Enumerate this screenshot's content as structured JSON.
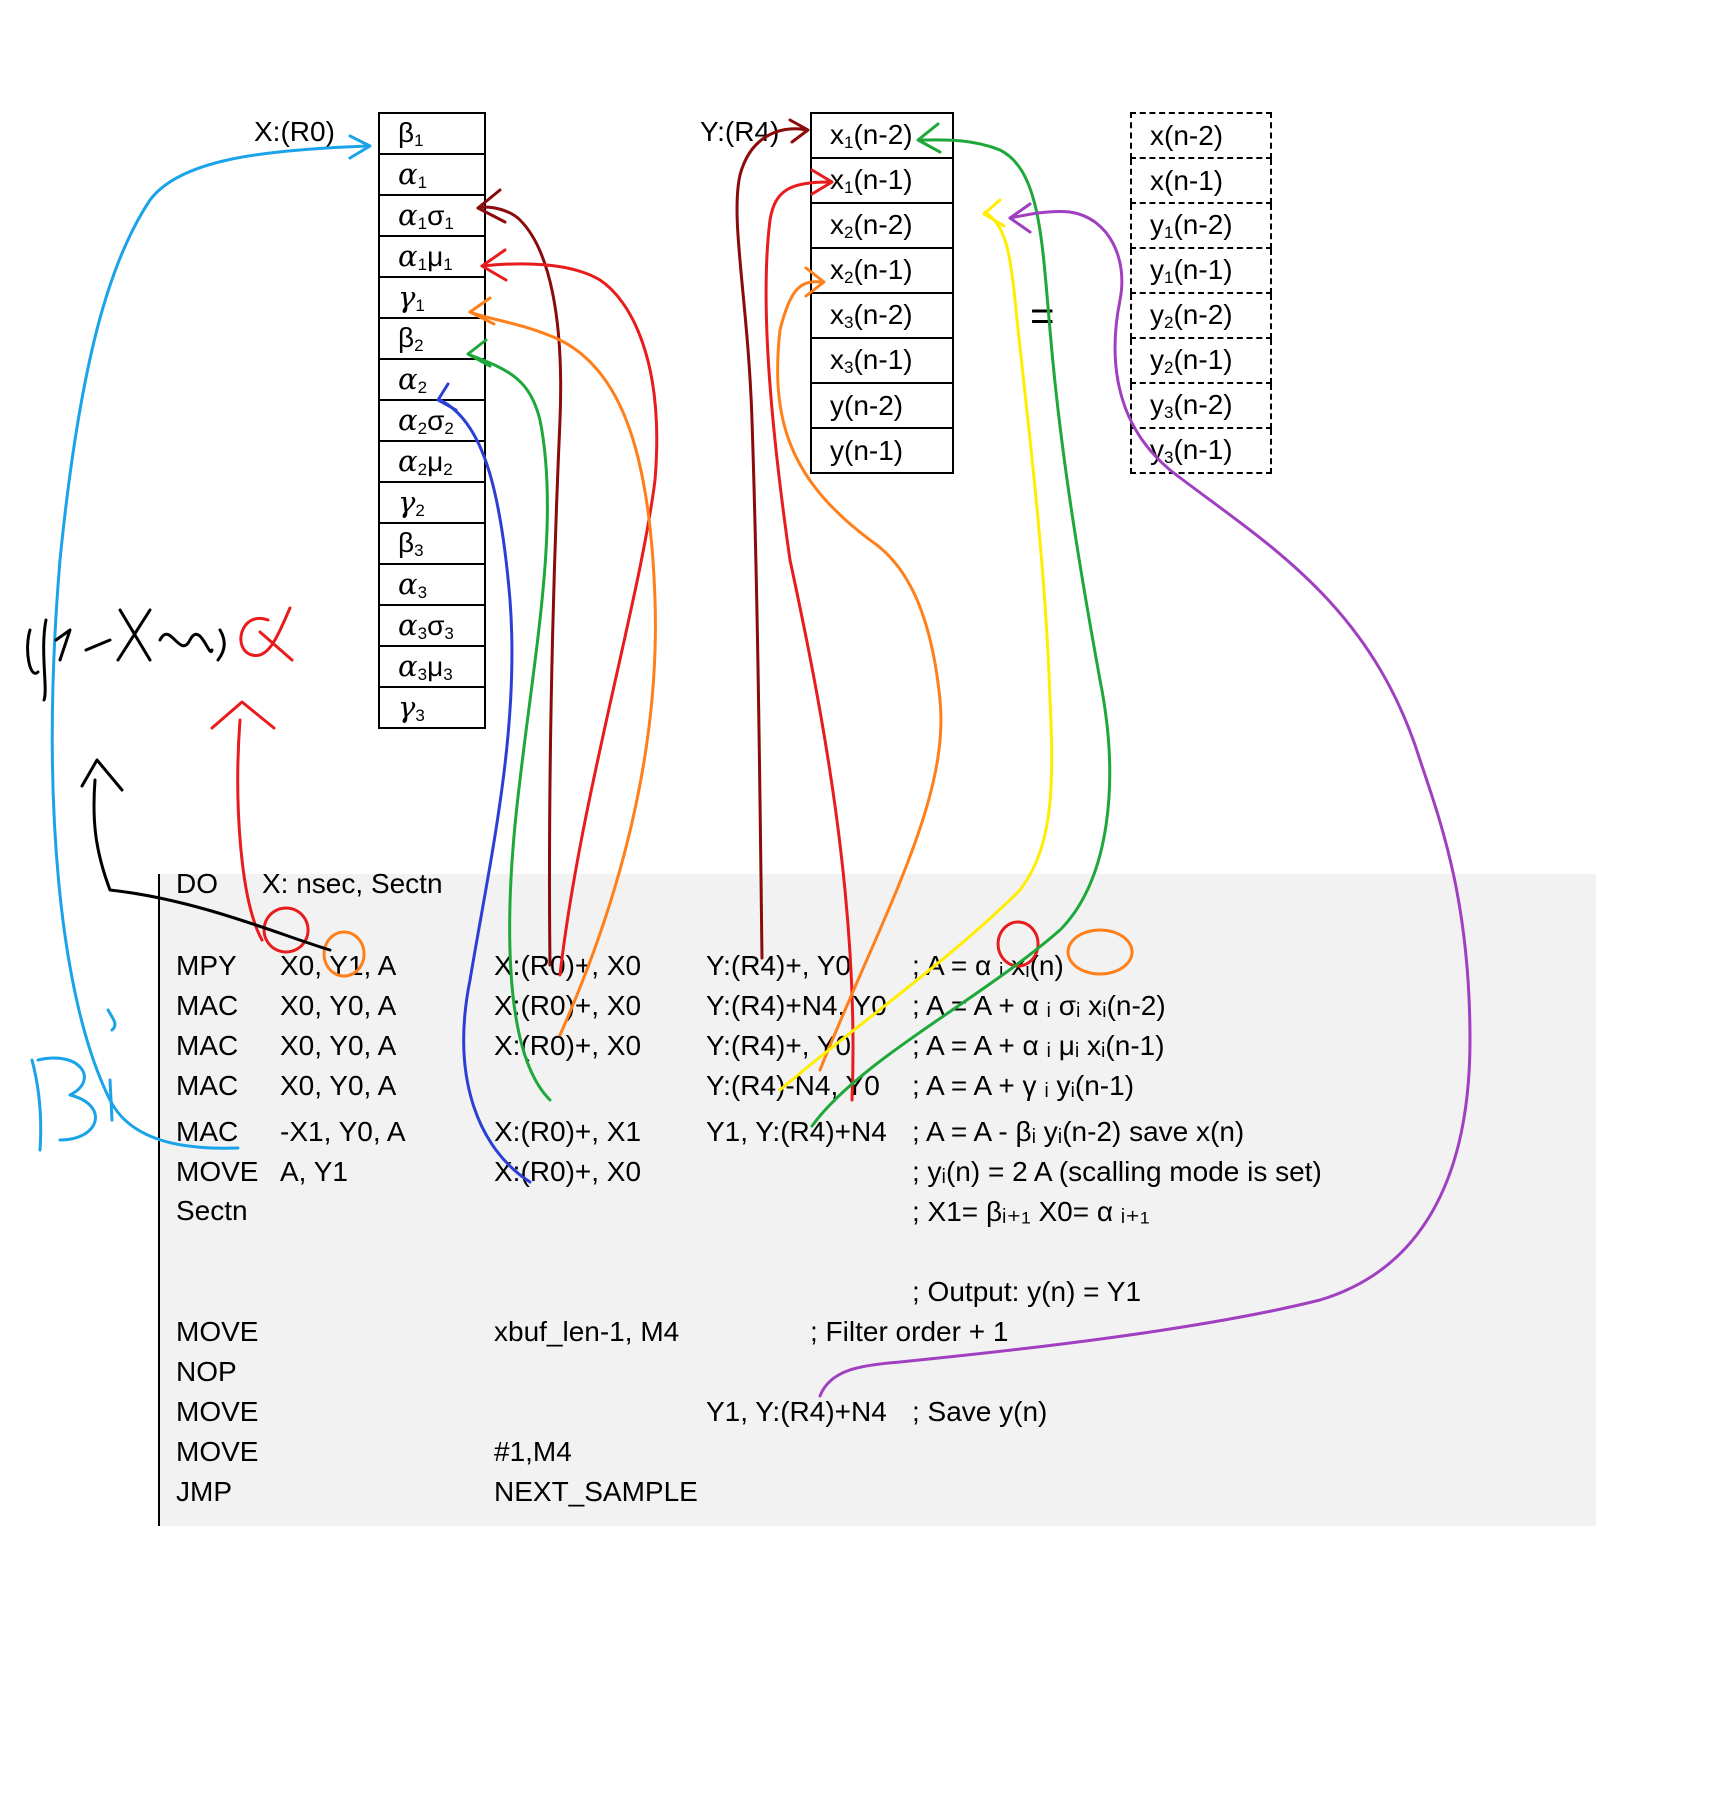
{
  "labels": {
    "x_pointer": "X:(R0)",
    "y_pointer": "Y:(R4)",
    "equals": "="
  },
  "x_memory": [
    {
      "g": "",
      "t": "β",
      "s": "1",
      "t2": "",
      "s2": ""
    },
    {
      "g": "α",
      "t": "",
      "s": "1",
      "t2": "",
      "s2": ""
    },
    {
      "g": "α",
      "t": "",
      "s": "1",
      "t2": "σ",
      "s2": "1"
    },
    {
      "g": "α",
      "t": "",
      "s": "1",
      "t2": "μ",
      "s2": "1"
    },
    {
      "g": "γ",
      "t": "",
      "s": "1",
      "t2": "",
      "s2": ""
    },
    {
      "g": "",
      "t": "β",
      "s": "2",
      "t2": "",
      "s2": ""
    },
    {
      "g": "α",
      "t": "",
      "s": "2",
      "t2": "",
      "s2": ""
    },
    {
      "g": "α",
      "t": "",
      "s": "2",
      "t2": "σ",
      "s2": "2"
    },
    {
      "g": "α",
      "t": "",
      "s": "2",
      "t2": "μ",
      "s2": "2"
    },
    {
      "g": "γ",
      "t": "",
      "s": "2",
      "t2": "",
      "s2": ""
    },
    {
      "g": "",
      "t": "β",
      "s": "3",
      "t2": "",
      "s2": ""
    },
    {
      "g": "α",
      "t": "",
      "s": "3",
      "t2": "",
      "s2": ""
    },
    {
      "g": "α",
      "t": "",
      "s": "3",
      "t2": "σ",
      "s2": "3"
    },
    {
      "g": "α",
      "t": "",
      "s": "3",
      "t2": "μ",
      "s2": "3"
    },
    {
      "g": "γ",
      "t": "",
      "s": "3",
      "t2": "",
      "s2": ""
    }
  ],
  "y_memory": [
    {
      "a": "x",
      "s": "1",
      "b": "(n-2)"
    },
    {
      "a": "x",
      "s": "1",
      "b": "(n-1)"
    },
    {
      "a": "x",
      "s": "2",
      "b": "(n-2)"
    },
    {
      "a": "x",
      "s": "2",
      "b": "(n-1)"
    },
    {
      "a": "x",
      "s": "3",
      "b": "(n-2)"
    },
    {
      "a": "x",
      "s": "3",
      "b": "(n-1)"
    },
    {
      "a": "y",
      "s": "",
      "b": "(n-2)"
    },
    {
      "a": "y",
      "s": "",
      "b": "(n-1)"
    }
  ],
  "eq_memory": [
    {
      "a": "x",
      "s": "",
      "b": "(n-2)"
    },
    {
      "a": "x",
      "s": "",
      "b": "(n-1)"
    },
    {
      "a": "y",
      "s": "1",
      "b": "(n-2)"
    },
    {
      "a": "y",
      "s": "1",
      "b": "(n-1)"
    },
    {
      "a": "y",
      "s": "2",
      "b": "(n-2)"
    },
    {
      "a": "y",
      "s": "2",
      "b": "(n-1)"
    },
    {
      "a": "y",
      "s": "3",
      "b": "(n-2)"
    },
    {
      "a": "y",
      "s": "3",
      "b": "(n-1)"
    }
  ],
  "code": {
    "do_op": "DO",
    "do_args": "X: nsec, Sectn",
    "rows": [
      {
        "op": "MPY",
        "args": "X0, Y1, A",
        "xmove": "X:(R0)+, X0",
        "ymove": "Y:(R4)+, Y0",
        "cmt": ";  A = α ᵢ xᵢ(n)"
      },
      {
        "op": "MAC",
        "args": "X0, Y0, A",
        "xmove": "X:(R0)+, X0",
        "ymove": "Y:(R4)+N4, Y0",
        "cmt": ";  A = A + α ᵢ σᵢ xᵢ(n-2)"
      },
      {
        "op": "MAC",
        "args": "X0, Y0, A",
        "xmove": "X:(R0)+, X0",
        "ymove": "Y:(R4)+, Y0",
        "cmt": ";  A = A + α ᵢ μᵢ xᵢ(n-1)"
      },
      {
        "op": "MAC",
        "args": "X0, Y0, A",
        "xmove": "",
        "ymove": "Y:(R4)-N4, Y0",
        "cmt": ";  A = A + γ ᵢ yᵢ(n-1)"
      },
      {
        "op": "MAC",
        "args": "-X1, Y0, A",
        "xmove": "X:(R0)+, X1",
        "ymove": "Y1, Y:(R4)+N4",
        "cmt": ";  A = A - βᵢ yᵢ(n-2)   save x(n)"
      },
      {
        "op": "MOVE",
        "args": " A, Y1",
        "xmove": "X:(R0)+, X0",
        "ymove": "",
        "cmt": ";  yᵢ(n) = 2 A  (scalling mode is set)"
      }
    ],
    "sectn_label": "Sectn",
    "sectn_comment": ";  X1= βᵢ₊₁           X0= α ᵢ₊₁",
    "output_comment": ";  Output:  y(n) = Y1",
    "tail": [
      {
        "op": "MOVE",
        "mid": "xbuf_len-1, M4",
        "ymove": "",
        "cmt": ";  Filter order + 1"
      },
      {
        "op": "NOP",
        "mid": "",
        "ymove": "",
        "cmt": ""
      },
      {
        "op": "MOVE",
        "mid": "",
        "ymove": "Y1, Y:(R4)+N4",
        "cmt": ";  Save y(n)"
      },
      {
        "op": "MOVE",
        "mid": "#1,M4",
        "ymove": "",
        "cmt": ""
      },
      {
        "op": "JMP",
        "mid": "NEXT_SAMPLE",
        "ymove": "",
        "cmt": ""
      }
    ]
  },
  "colors": {
    "blue": "#1aa3e8",
    "darkred": "#8b0a0a",
    "red": "#e81c1c",
    "orange": "#ff7f1a",
    "green": "#1ea83a",
    "navy": "#2b3fd6",
    "yellow": "#ffee00",
    "purple": "#a040c0",
    "black": "#000000"
  }
}
